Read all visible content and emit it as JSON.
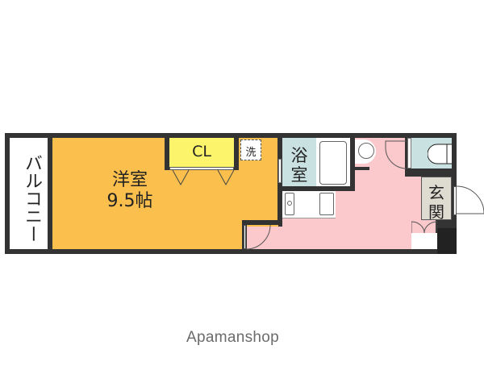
{
  "floorplan": {
    "rooms": {
      "balcony": {
        "label": "バルコニー",
        "color": "#ffffff"
      },
      "western_room": {
        "label_line1": "洋室",
        "label_line2": "9.5帖",
        "color": "#fbbf4e"
      },
      "closet": {
        "label": "CL",
        "color": "#fcf46a"
      },
      "washer": {
        "label": "洗"
      },
      "bathroom": {
        "label_line1": "浴",
        "label_line2": "室",
        "color": "#c9e1e1"
      },
      "kitchen_area": {
        "color": "#fbc8cc"
      },
      "toilet": {
        "color": "#c9e1e1"
      },
      "entrance": {
        "label_line1": "玄",
        "label_line2": "関",
        "color": "#dedbd0"
      }
    },
    "wall_color": "#333333"
  },
  "watermark": "Apamanshop"
}
